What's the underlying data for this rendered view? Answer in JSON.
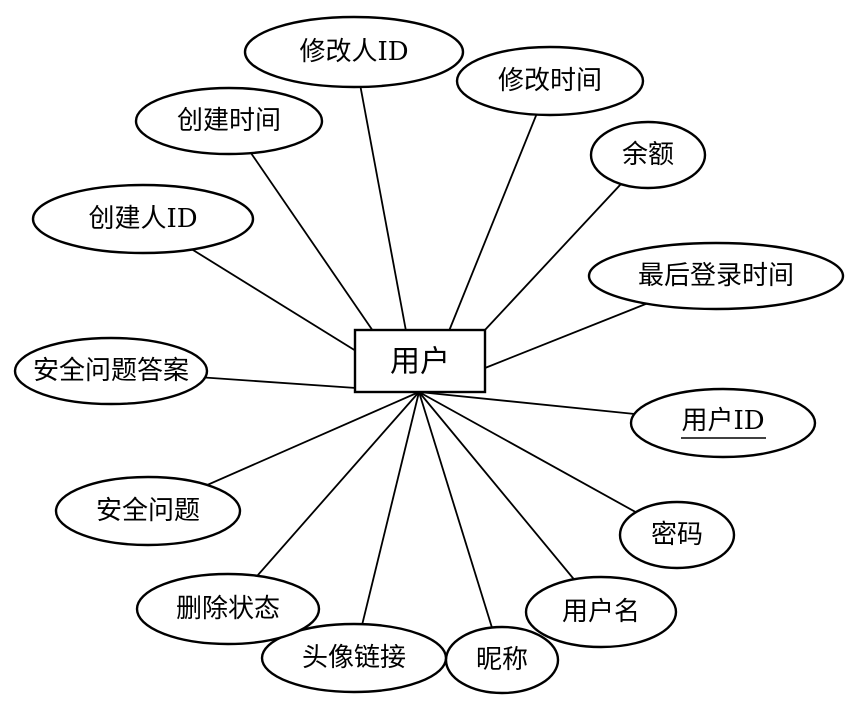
{
  "diagram": {
    "type": "er-diagram",
    "entity": {
      "label": "用户"
    },
    "attributes": [
      {
        "label": "修改人ID",
        "primary_key": false
      },
      {
        "label": "修改时间",
        "primary_key": false
      },
      {
        "label": "余额",
        "primary_key": false
      },
      {
        "label": "创建时间",
        "primary_key": false
      },
      {
        "label": "创建人ID",
        "primary_key": false
      },
      {
        "label": "最后登录时间",
        "primary_key": false
      },
      {
        "label": "安全问题答案",
        "primary_key": false
      },
      {
        "label": "用户ID",
        "primary_key": true
      },
      {
        "label": "密码",
        "primary_key": false
      },
      {
        "label": "用户名",
        "primary_key": false
      },
      {
        "label": "昵称",
        "primary_key": false
      },
      {
        "label": "头像链接",
        "primary_key": false
      },
      {
        "label": "删除状态",
        "primary_key": false
      },
      {
        "label": "安全问题",
        "primary_key": false
      }
    ],
    "colors": {
      "stroke": "#000000",
      "background": "#ffffff",
      "shape_fill": "#ffffff"
    }
  }
}
